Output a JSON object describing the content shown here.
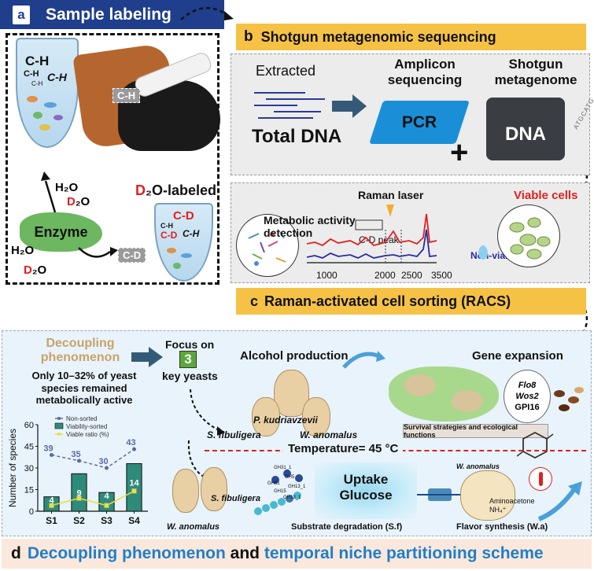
{
  "panel_a": {
    "letter": "a",
    "title": "Sample labeling",
    "tube1_labels": [
      "C-H",
      "C-H",
      "C-H",
      "C-H"
    ],
    "sample_tag": "C-H",
    "enzyme_label": "Enzyme",
    "h2o_top": "H₂O",
    "d2o_top_d": "D",
    "d2o_top_rest": "₂O",
    "h2o_bottom": "H₂O",
    "d2o_bottom_d": "D",
    "d2o_bottom_rest": "₂O",
    "cd_tag": "C-D",
    "d2o_labeled_d": "D",
    "d2o_labeled_rest": "₂O-labeled",
    "tube2_labels": [
      "C-D",
      "C-H",
      "C-D",
      "C-H"
    ]
  },
  "panel_b": {
    "letter": "b",
    "title": "Shotgun metagenomic sequencing",
    "extracted": "Extracted",
    "total_dna": "Total DNA",
    "amplicon": "Amplicon\nsequencing",
    "pcr": "PCR",
    "plus": "+",
    "shotgun": "Shotgun\nmetagenome",
    "dna": "DNA",
    "seq_text": "ATGCATG"
  },
  "panel_c": {
    "letter": "c",
    "title": "Raman-activated cell sorting (RACS)",
    "raman_laser": "Raman laser",
    "metabolic_detection": "Metabolic activity\ndetection",
    "cd_peak": "C-D peak",
    "viable_cells": "Viable cells",
    "non_viable_cells": "Non-viable cells",
    "x_ticks": [
      "1000",
      "2000",
      "2500",
      "3500"
    ],
    "viable_color": "#e02020",
    "nonviable_color": "#2a2aa0"
  },
  "panel_d": {
    "letter": "d",
    "title_part1": "Decoupling phenomenon",
    "title_part2": " and ",
    "title_part3": "temporal niche partitioning scheme",
    "decoupling": "Decoupling\nphenomenon",
    "only_text": "Only 10–32% of yeast\nspecies remained\nmetabolically active",
    "focus_on": "Focus on",
    "focus_num": "3",
    "key_yeasts": "key yeasts",
    "alcohol": "Alcohol production",
    "p_kud": "P. kudriavzevii",
    "s_fib": "S. fibuligera",
    "w_anom": "W. anomalus",
    "gene_expansion": "Gene expansion",
    "genes": [
      "Flo8",
      "Wos2",
      "GPI16"
    ],
    "survival": "Survival strategies and ecological functions",
    "temperature": "Temperature= 45 °C",
    "w_anom2": "W. anomalus",
    "s_fib2": "S. fibuligera",
    "uptake": "Uptake\nGlucose",
    "gh_labels": [
      "GH31_1",
      "GH5",
      "GH81",
      "GH13_1",
      "GH15",
      "GH13_1"
    ],
    "substrate": "Substrate degradation (S.f)",
    "w_anom3": "W. anomalus",
    "aminoacetone": "Aminoacetone\nNH₄⁺",
    "flavor": "Flavor synthesis (W.a)"
  },
  "chart_data": {
    "type": "bar",
    "title": "",
    "xlabel": "",
    "ylabel": "Number of species",
    "categories": [
      "S1",
      "S2",
      "S3",
      "S4"
    ],
    "ylim": [
      0,
      60
    ],
    "yticks": [
      0,
      15,
      30,
      45,
      60
    ],
    "series": [
      {
        "name": "Non-sorted",
        "kind": "line",
        "color": "#5a6aa8",
        "values": [
          39,
          35,
          30,
          43
        ]
      },
      {
        "name": "Viability-sorted",
        "kind": "bar",
        "color": "#2e8b7a",
        "values": [
          10,
          26,
          13,
          33
        ]
      },
      {
        "name": "Viable ratio (%)",
        "kind": "line",
        "color": "#e6e040",
        "values": [
          4,
          9,
          4,
          14
        ]
      }
    ],
    "bar_labels": [
      4,
      9,
      4,
      14
    ],
    "line_labels": [
      39,
      35,
      30,
      43
    ],
    "legend": [
      "Non-sorted",
      "Viability-sorted",
      "Viable ratio (%)"
    ],
    "legend_position": "top-right"
  }
}
